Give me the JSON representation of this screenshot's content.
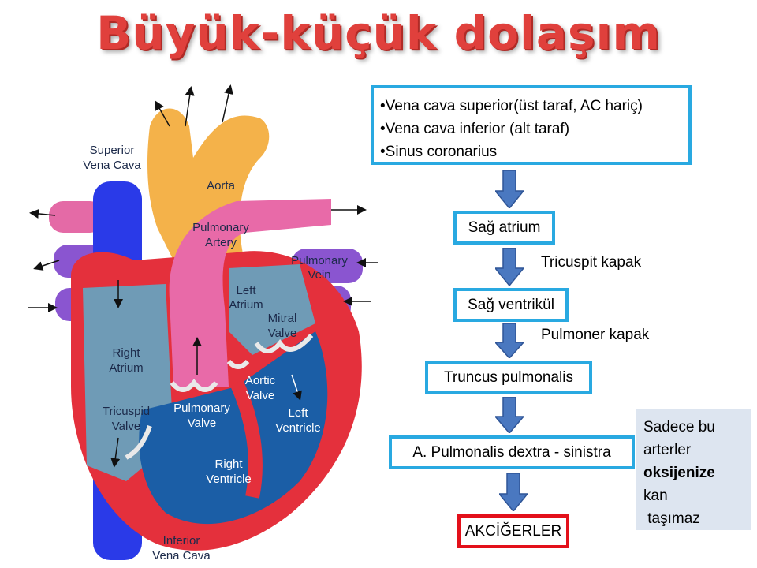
{
  "title": "Büyük-küçük dolaşım",
  "diagram_labels": {
    "superior_vena_cava_1": "Superior",
    "superior_vena_cava_2": "Vena Cava",
    "aorta": "Aorta",
    "pulmonary_artery_1": "Pulmonary",
    "pulmonary_artery_2": "Artery",
    "pulmonary_vein_1": "Pulmonary",
    "pulmonary_vein_2": "Vein",
    "left_atrium_1": "Left",
    "left_atrium_2": "Atrium",
    "mitral_valve_1": "Mitral",
    "mitral_valve_2": "Valve",
    "right_atrium_1": "Right",
    "right_atrium_2": "Atrium",
    "aortic_valve_1": "Aortic",
    "aortic_valve_2": "Valve",
    "tricuspid_valve_1": "Tricuspid",
    "tricuspid_valve_2": "Valve",
    "pulmonary_valve_1": "Pulmonary",
    "pulmonary_valve_2": "Valve",
    "left_ventricle_1": "Left",
    "left_ventricle_2": "Ventricle",
    "right_ventricle_1": "Right",
    "right_ventricle_2": "Ventricle",
    "inferior_vena_cava_1": "Inferior",
    "inferior_vena_cava_2": "Vena Cava"
  },
  "sources": [
    "•Vena cava superior(üst taraf, AC hariç)",
    "•Vena cava inferior (alt taraf)",
    "•Sinus coronarius"
  ],
  "flow": {
    "right_atrium": "Sağ atrium",
    "tricuspid": "Tricuspit kapak",
    "right_ventricle": "Sağ ventrikül",
    "pulmonary_valve": "Pulmoner kapak",
    "truncus": "Truncus pulmonalis",
    "pulmonary_arteries": "A. Pulmonalis dextra - sinistra",
    "lungs": "AKCİĞERLER"
  },
  "note": {
    "line1": "Sadece bu",
    "line2": "arterler",
    "line3_bold": "oksijenize",
    "line4": "kan",
    "line5": " taşımaz"
  },
  "colors": {
    "title": "#e0403c",
    "box_border": "#29a9e1",
    "lung_border": "#e3101a",
    "arrow_fill": "#4a78c0",
    "note_bg": "#dde5f0"
  }
}
